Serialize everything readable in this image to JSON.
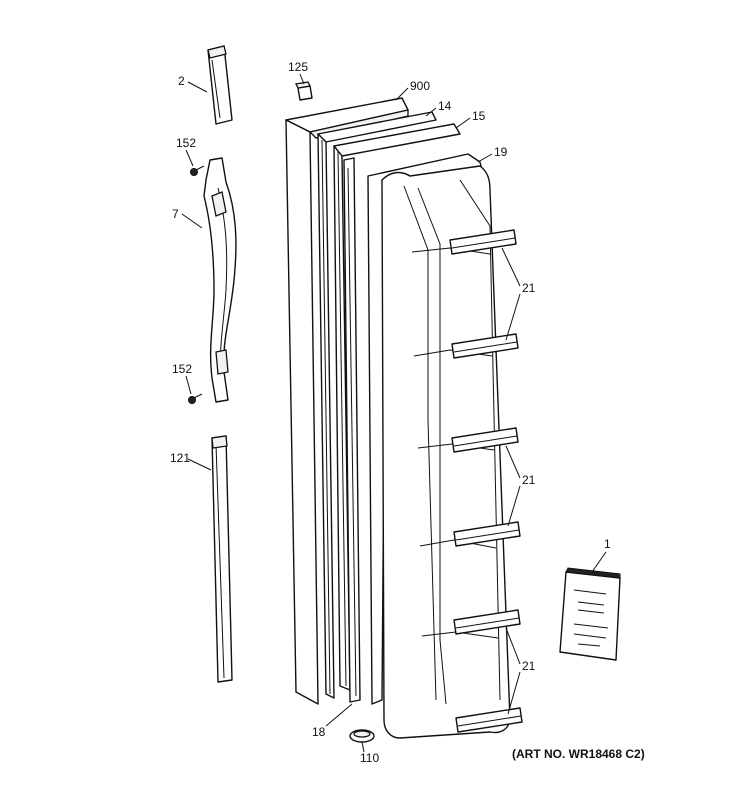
{
  "callouts": {
    "c2": "2",
    "c152a": "152",
    "c7": "7",
    "c152b": "152",
    "c121": "121",
    "c125": "125",
    "c900": "900",
    "c14": "14",
    "c15": "15",
    "c19": "19",
    "c21a": "21",
    "c21b": "21",
    "c21c": "21",
    "c1": "1",
    "c18": "18",
    "c110": "110"
  },
  "art_number": "(ART NO. WR18468 C2)"
}
